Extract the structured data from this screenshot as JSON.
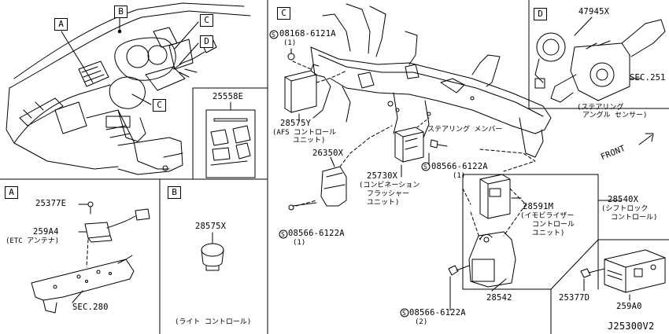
{
  "labels": {
    "A": "A",
    "B": "B",
    "C": "C",
    "D": "D"
  },
  "parts": {
    "p25558E": "25558E",
    "p47945X": "47945X",
    "sec251": "SEC.251",
    "steering_angle_sensor_1": "(ステアリング",
    "steering_angle_sensor_2": "アングル センサー)",
    "front": "FRONT",
    "p08168_6121A": "08168-6121A",
    "p08168_qty": "(1)",
    "p28575Y": "28575Y",
    "afs_1": "(AFS コントロール",
    "afs_2": "ユニット)",
    "steering_member": "ステアリング メンバー",
    "p26350X": "26350X",
    "p08566_6122A_mid": "08566-6122A",
    "p08566_mid_qty": "(1)",
    "p25730X": "25730X",
    "combi_1": "(コンビネーション",
    "combi_2": "フラッシャー",
    "combi_3": "ユニット)",
    "p08566_6122A_left": "08566-6122A",
    "p08566_left_qty": "(1)",
    "p28540X": "28540X",
    "shift_1": "(シフトロック",
    "shift_2": "コントロール)",
    "p28591M": "28591M",
    "immob_1": "(イモビライザー",
    "immob_2": "コントロール",
    "immob_3": "ユニット)",
    "p28542": "28542",
    "p08566_6122A_bottom": "08566-6122A",
    "p08566_bottom_qty": "(2)",
    "p25377D": "25377D",
    "p259A0": "259A0",
    "p25377E": "25377E",
    "p259A4": "259A4",
    "etc_antenna": "(ETC アンテナ)",
    "sec280": "SEC.280",
    "p28575X": "28575X",
    "light_control": "(ライト コントロール)",
    "diagram_id": "J25300V2"
  },
  "symbols": {
    "bolt_prefix": "S"
  },
  "colors": {
    "ink": "#000000",
    "background": "#ffffff"
  }
}
